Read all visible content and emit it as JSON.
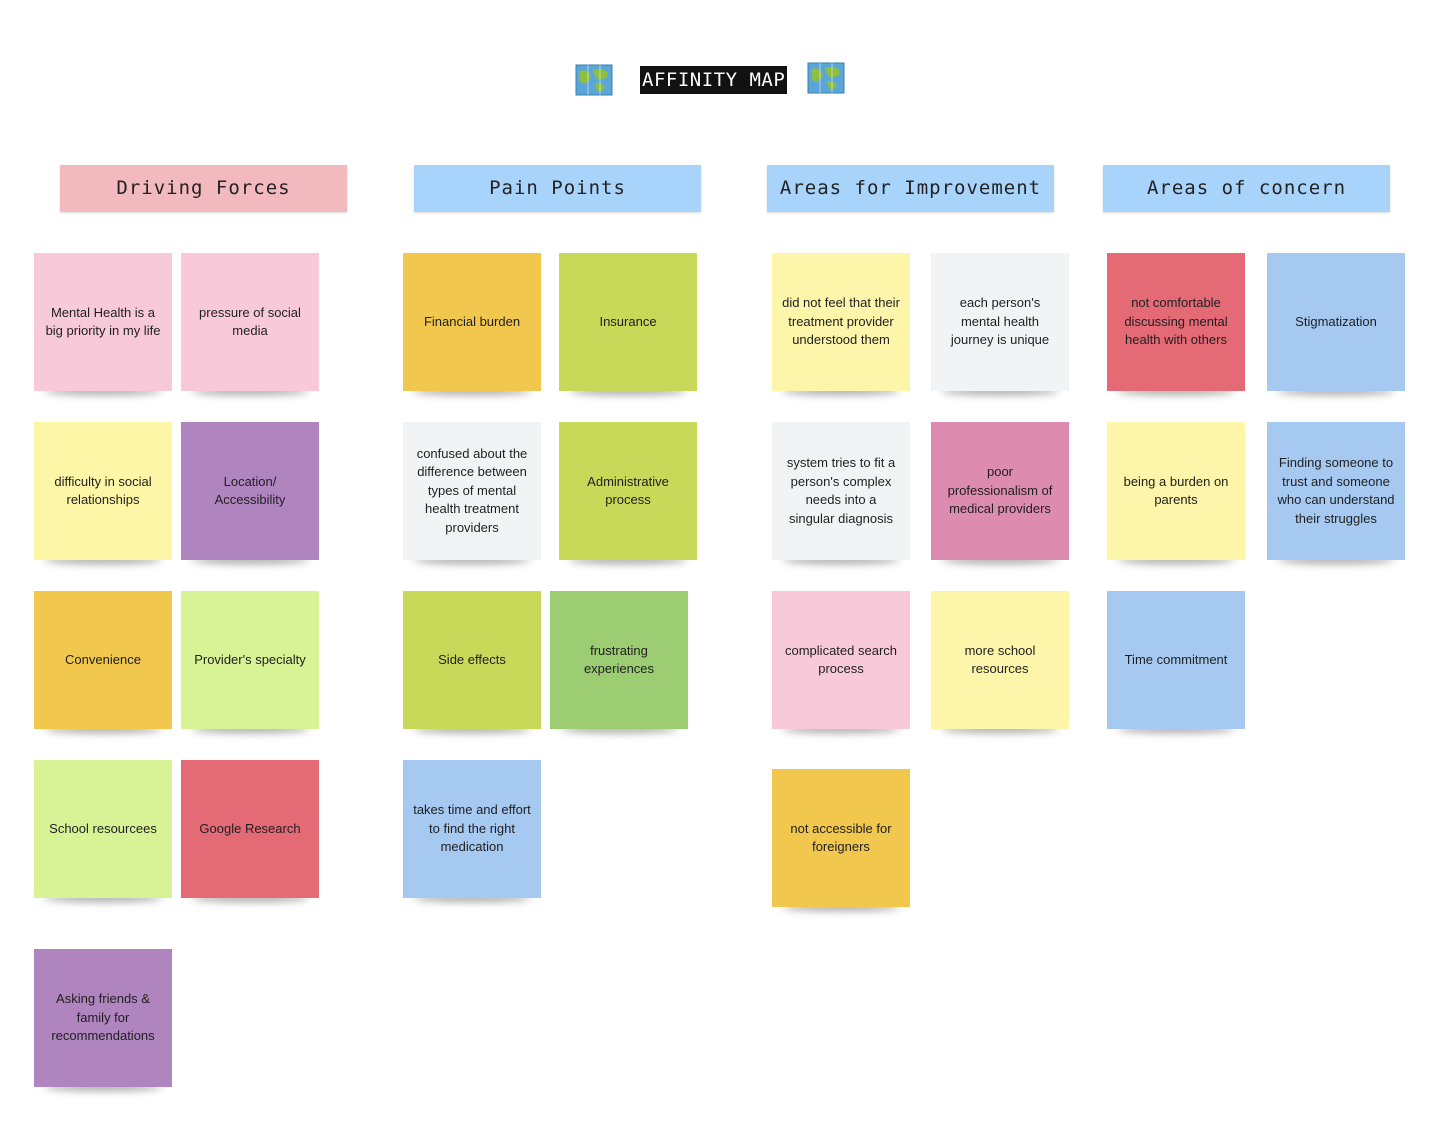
{
  "title": "AFFINITY MAP",
  "icons": {
    "left": "world-map-icon",
    "right": "world-map-icon"
  },
  "colors": {
    "pink": "#f8cad9",
    "yellow": "#fdf6a6",
    "lightyellow": "#fdf5a9",
    "purple": "#b085bf",
    "orange": "#f1c74d",
    "lime": "#d8f396",
    "green": "#c8d95a",
    "red": "#e46a76",
    "gray": "#f2f3f4",
    "blue": "#a6c9f1",
    "darkgreen": "#9ccd73",
    "magenta": "#de8bb0",
    "header_pink": "#f2b9bf",
    "header_blue": "#a8d3fb"
  },
  "columns": [
    {
      "header": "Driving Forces",
      "header_color": "#f2b9bf",
      "notes": [
        {
          "text": "Mental Health is a big priority in my life",
          "color": "#f8cad9"
        },
        {
          "text": "pressure of social media",
          "color": "#f8cad9"
        },
        {
          "text": "difficulty in social relationships",
          "color": "#fdf6a6"
        },
        {
          "text": "Location/ Accessibility",
          "color": "#b085bf"
        },
        {
          "text": "Convenience",
          "color": "#f1c74d"
        },
        {
          "text": "Provider's specialty",
          "color": "#d8f396"
        },
        {
          "text": "School resourcees",
          "color": "#d8f396"
        },
        {
          "text": "Google Research",
          "color": "#e46a76"
        },
        {
          "text": "Asking friends & family for recommendations",
          "color": "#b085bf"
        }
      ]
    },
    {
      "header": "Pain Points",
      "header_color": "#a8d3fb",
      "notes": [
        {
          "text": "Financial burden",
          "color": "#f1c74d"
        },
        {
          "text": "Insurance",
          "color": "#c8d95a"
        },
        {
          "text": "confused about the difference between types of mental health treatment providers",
          "color": "#f2f3f4"
        },
        {
          "text": "Administrative process",
          "color": "#c8d95a"
        },
        {
          "text": "Side effects",
          "color": "#c8d95a"
        },
        {
          "text": "frustrating experiences",
          "color": "#9ccd73"
        },
        {
          "text": "takes time and effort to find the right medication",
          "color": "#a6c9f1"
        }
      ]
    },
    {
      "header": "Areas for Improvement",
      "header_color": "#a8d3fb",
      "notes": [
        {
          "text": "did not feel that their treatment provider understood them",
          "color": "#fdf5a9"
        },
        {
          "text": "each person's mental health journey is unique",
          "color": "#f2f3f4"
        },
        {
          "text": "system tries to fit a person's complex needs into a singular diagnosis",
          "color": "#f2f3f4"
        },
        {
          "text": "poor professionalism of medical providers",
          "color": "#de8bb0"
        },
        {
          "text": "complicated search process",
          "color": "#f8cad9"
        },
        {
          "text": "more school resources",
          "color": "#fdf5a9"
        },
        {
          "text": "not accessible for foreigners",
          "color": "#f1c74d"
        }
      ]
    },
    {
      "header": "Areas of concern",
      "header_color": "#a8d3fb",
      "notes": [
        {
          "text": "not comfortable discussing mental health with others",
          "color": "#e46a76"
        },
        {
          "text": "Stigmatization",
          "color": "#a6c9f1"
        },
        {
          "text": "being a burden on parents",
          "color": "#fdf5a9"
        },
        {
          "text": "Finding someone to trust and someone who can understand their struggles",
          "color": "#a6c9f1"
        },
        {
          "text": "Time commitment",
          "color": "#a6c9f1"
        }
      ]
    }
  ]
}
